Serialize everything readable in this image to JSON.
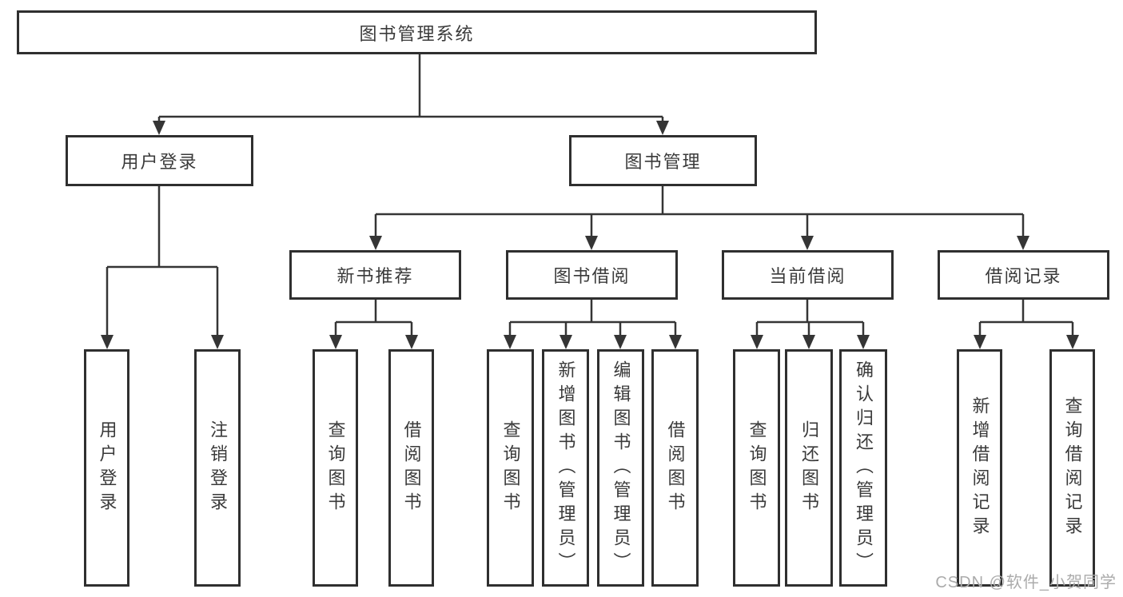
{
  "colors": {
    "line": "#353535",
    "box_border": "#2f2f2f",
    "text": "#3a3a3a",
    "background": "#ffffff",
    "watermark": "#ababab"
  },
  "watermark": {
    "text": "CSDN @软件_小贺同学"
  },
  "tree": {
    "label": "图书管理系统",
    "children": [
      {
        "label": "用户登录",
        "children": [
          {
            "label": "用户登录"
          },
          {
            "label": "注销登录"
          }
        ]
      },
      {
        "label": "图书管理",
        "children": [
          {
            "label": "新书推荐",
            "children": [
              {
                "label": "查询图书"
              },
              {
                "label": "借阅图书"
              }
            ]
          },
          {
            "label": "图书借阅",
            "children": [
              {
                "label": "查询图书"
              },
              {
                "label": "新增图书（管理员）"
              },
              {
                "label": "编辑图书（管理员）"
              },
              {
                "label": "借阅图书"
              }
            ]
          },
          {
            "label": "当前借阅",
            "children": [
              {
                "label": "查询图书"
              },
              {
                "label": "归还图书"
              },
              {
                "label": "确认归还（管理员）"
              }
            ]
          },
          {
            "label": "借阅记录",
            "children": [
              {
                "label": "新增借阅记录"
              },
              {
                "label": "查询借阅记录"
              }
            ]
          }
        ]
      }
    ]
  }
}
